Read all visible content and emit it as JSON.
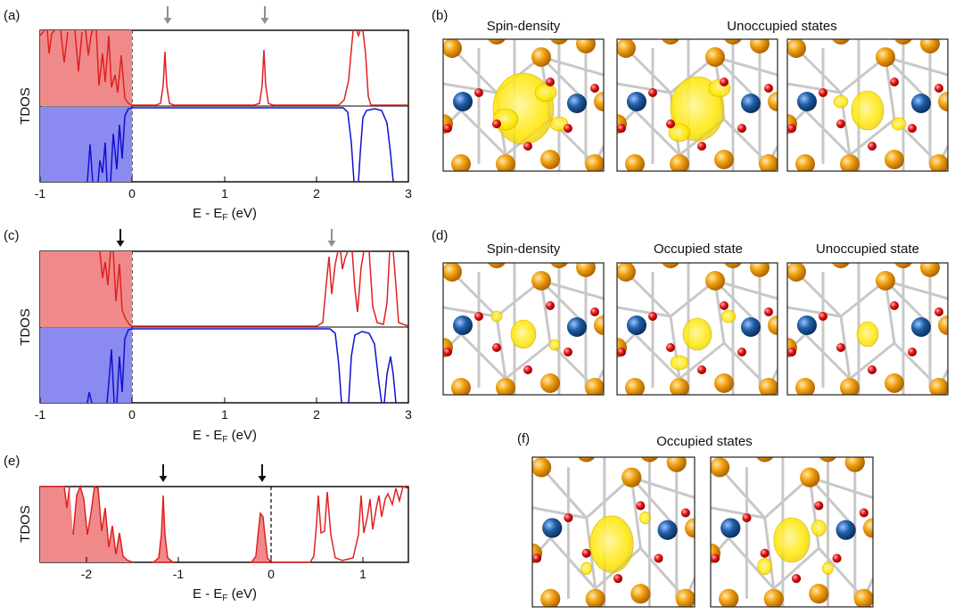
{
  "figure": {
    "panel_labels": {
      "a": "(a)",
      "b": "(b)",
      "c": "(c)",
      "d": "(d)",
      "e": "(e)",
      "f": "(f)"
    },
    "colors": {
      "spin_up": "#e02020",
      "spin_up_fill": "#f08a8a",
      "spin_down": "#1010d0",
      "spin_down_fill": "#8a8af0",
      "arrow_gray": "#909090",
      "arrow_black": "#111111",
      "fermi_line": "#000000",
      "density_yellow": "#ffe600",
      "atom_orange": "#f0a010",
      "atom_blue": "#1f5fa8",
      "atom_red": "#e01010"
    }
  },
  "chart_data": [
    {
      "id": "a",
      "type": "line",
      "ylabel": "TDOS",
      "xlabel": "E - E_F (eV)",
      "xlim": [
        -1,
        3
      ],
      "xticks": [
        "-1",
        "0",
        "1",
        "2",
        "3"
      ],
      "spin_up_peaks": [
        -0.95,
        -0.9,
        -0.75,
        -0.62,
        -0.5,
        -0.4,
        -0.28,
        -0.15,
        0.34,
        1.44,
        2.38,
        2.45,
        2.52,
        2.58
      ],
      "spin_down_peaks": [
        -0.5,
        -0.45,
        -0.3,
        -0.22,
        -0.12,
        2.45,
        2.62
      ],
      "arrows": [
        {
          "x": 0.36,
          "color": "gray"
        },
        {
          "x": 1.44,
          "color": "gray"
        }
      ]
    },
    {
      "id": "c",
      "type": "line",
      "ylabel": "TDOS",
      "xlabel": "E - E_F (eV)",
      "xlim": [
        -1,
        3
      ],
      "xticks": [
        "-1",
        "0",
        "1",
        "2",
        "3"
      ],
      "spin_up_peaks": [
        -0.9,
        -0.8,
        -0.6,
        -0.45,
        -0.32,
        -0.22,
        -0.12,
        2.15,
        2.28,
        2.42,
        2.55,
        2.72,
        2.82
      ],
      "spin_down_peaks": [
        -0.45,
        -0.25,
        -0.15,
        2.28,
        2.8
      ],
      "arrows": [
        {
          "x": -0.14,
          "color": "black"
        },
        {
          "x": 2.16,
          "color": "gray"
        }
      ]
    },
    {
      "id": "e",
      "type": "line",
      "ylabel": "TDOS",
      "xlabel": "E - E_F (eV)",
      "xlim": [
        -2.5,
        1.5
      ],
      "xticks": [
        "-2",
        "-1",
        "0",
        "1"
      ],
      "spin_up_peaks": [
        -2.35,
        -2.25,
        -2.05,
        -1.92,
        -1.82,
        -1.72,
        -1.62,
        -1.2,
        -0.08,
        0.58,
        0.75,
        1.0,
        1.12,
        1.25,
        1.4
      ],
      "arrows": [
        {
          "x": -1.2,
          "color": "black"
        },
        {
          "x": -0.1,
          "color": "black"
        }
      ]
    }
  ],
  "images": {
    "b": {
      "titles": [
        "Spin-density",
        "Unoccupied states"
      ]
    },
    "d": {
      "titles": [
        "Spin-density",
        "Occupied state",
        "Unoccupied state"
      ]
    },
    "f": {
      "titles": [
        "Occupied states"
      ]
    }
  }
}
